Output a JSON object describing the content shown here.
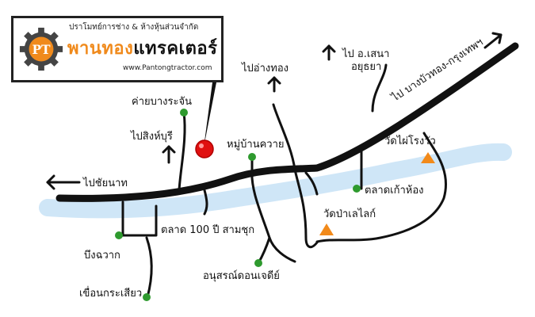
{
  "logo": {
    "gear_text": "PT",
    "tagline": "ปราโมทย์การช่าง & ห้างหุ้นส่วนจำกัด",
    "name_part1": "พานทอง",
    "name_part2": "แทรคเตอร์",
    "website": "www.Pantongtractor.com"
  },
  "labels": {
    "pai_chainat": "ไปชัยนาท",
    "pai_singburi": "ไปสิงห์บุรี",
    "khai_bang_rachan": "ค่ายบางระจัน",
    "pai_angthong": "ไปอ่างทอง",
    "moo_ban_khwai": "หมู่บ้านควาย",
    "pai_sena_line1": "ไป อ.เสนา",
    "pai_sena_line2": "อยุธยา",
    "pai_bangbuathong": "ไป บางบัวทอง-กรุงเทพฯ",
    "wat_phai_rong_wua": "วัดไผ่โรงวัว",
    "talad_kao_hong": "ตลาดเก้าห้อง",
    "wat_pa_lelai": "วัดป่าเลไลก์",
    "talad_100_pee": "ตลาด 100 ปี สามชุก",
    "bueng_chawak": "บึงฉวาก",
    "anusorn_don_chedi": "อนุสรณ์ดอนเจดีย์",
    "khuean_krasiao": "เขื่อนกระเสียว"
  },
  "colors": {
    "road": "#111111",
    "river": "#cfe6f7",
    "poi_dot": "#2e9a2e",
    "temple": "#f28a1a",
    "shop_marker": "#e01010",
    "logo_accent": "#f08a1c"
  }
}
